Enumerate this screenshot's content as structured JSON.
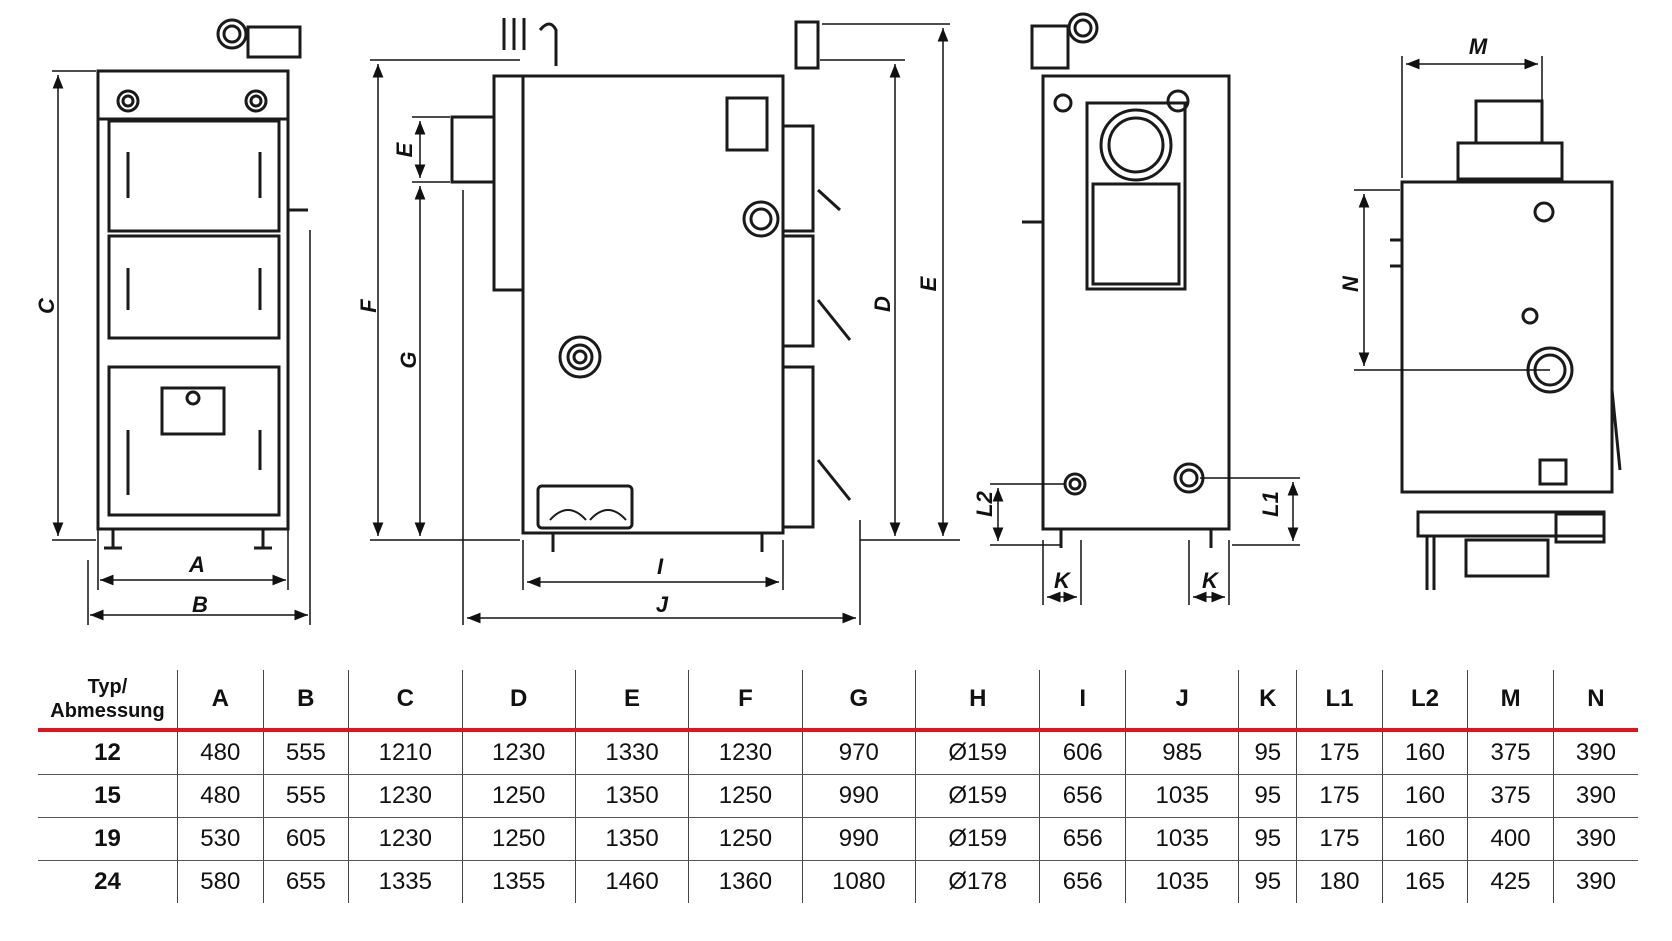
{
  "dimension_letters": {
    "A": "A",
    "B": "B",
    "C": "C",
    "D": "D",
    "E": "E",
    "F": "F",
    "G": "G",
    "I": "I",
    "J": "J",
    "K": "K",
    "L1": "L1",
    "L2": "L2",
    "M": "M",
    "N": "N"
  },
  "table": {
    "first_header": "Typ/\nAbmessung",
    "headers": [
      "A",
      "B",
      "C",
      "D",
      "E",
      "F",
      "G",
      "H",
      "I",
      "J",
      "K",
      "L1",
      "L2",
      "M",
      "N"
    ],
    "rows": [
      {
        "typ": "12",
        "values": [
          "480",
          "555",
          "1210",
          "1230",
          "1330",
          "1230",
          "970",
          "Ø159",
          "606",
          "985",
          "95",
          "175",
          "160",
          "375",
          "390"
        ]
      },
      {
        "typ": "15",
        "values": [
          "480",
          "555",
          "1230",
          "1250",
          "1350",
          "1250",
          "990",
          "Ø159",
          "656",
          "1035",
          "95",
          "175",
          "160",
          "375",
          "390"
        ]
      },
      {
        "typ": "19",
        "values": [
          "530",
          "605",
          "1230",
          "1250",
          "1350",
          "1250",
          "990",
          "Ø159",
          "656",
          "1035",
          "95",
          "175",
          "160",
          "400",
          "390"
        ]
      },
      {
        "typ": "24",
        "values": [
          "580",
          "655",
          "1335",
          "1355",
          "1460",
          "1360",
          "1080",
          "Ø178",
          "656",
          "1035",
          "95",
          "180",
          "165",
          "425",
          "390"
        ]
      }
    ]
  },
  "colors": {
    "accent_rule": "#e0141a",
    "line": "#1a1a1a"
  }
}
